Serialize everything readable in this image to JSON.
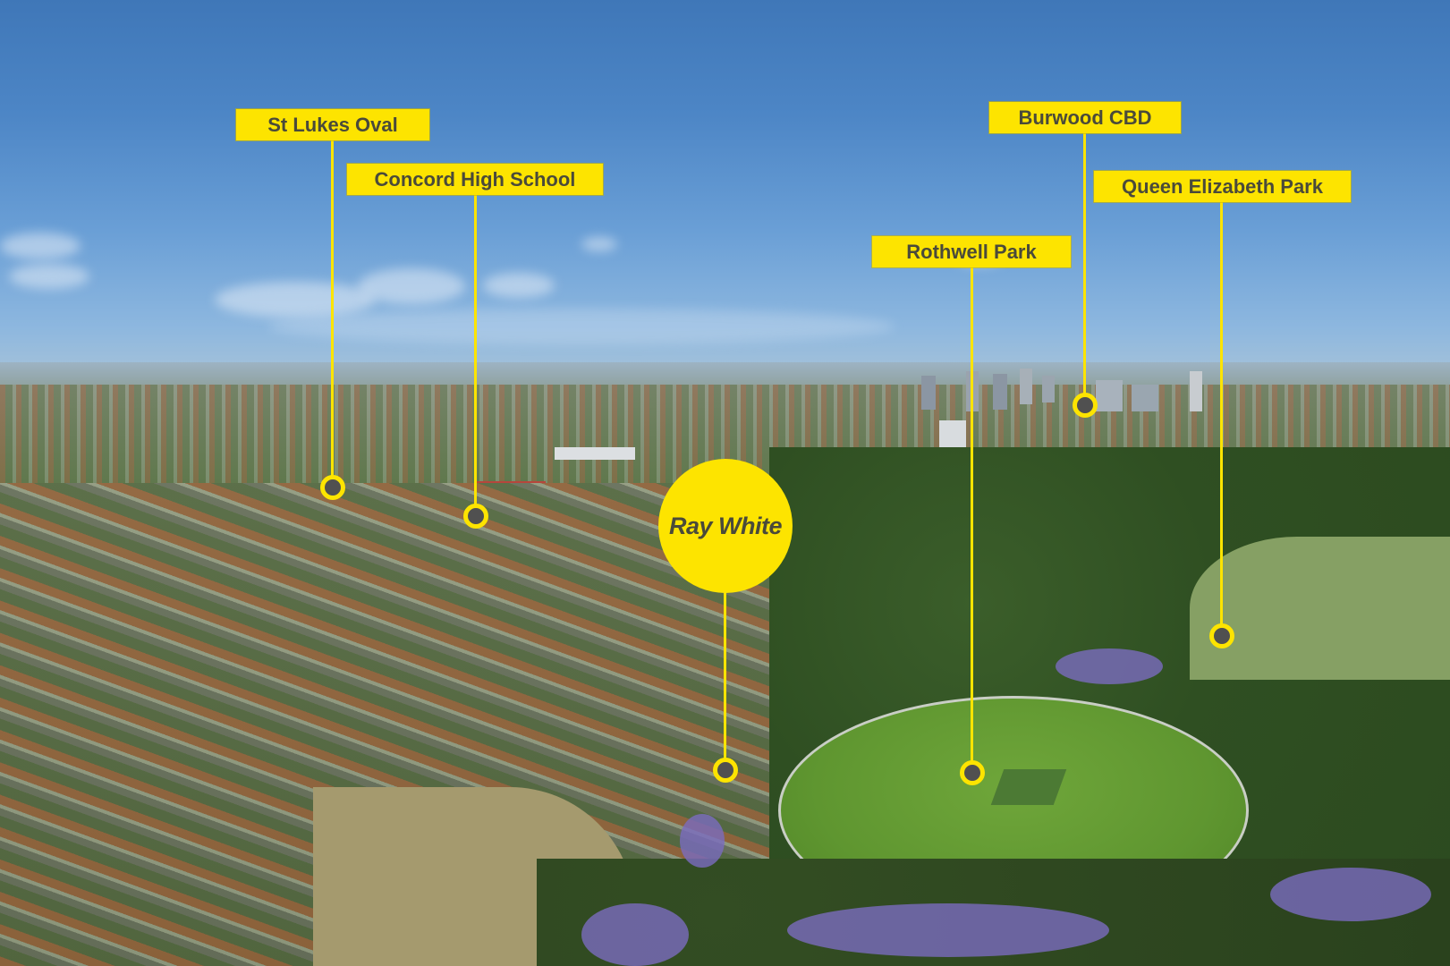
{
  "brand": {
    "name": "Ray White",
    "color": "#fde400",
    "text_color": "#4a4a3a"
  },
  "photo": {
    "description": "Aerial photo of suburban neighbourhood with sports oval, parkland and distant CBD skyline under blue sky"
  },
  "markers": [
    {
      "id": "st-lukes-oval",
      "label": "St Lukes Oval"
    },
    {
      "id": "concord-high-school",
      "label": "Concord High School"
    },
    {
      "id": "burwood-cbd",
      "label": "Burwood CBD"
    },
    {
      "id": "queen-elizabeth-park",
      "label": "Queen Elizabeth Park"
    },
    {
      "id": "rothwell-park",
      "label": "Rothwell Park"
    }
  ],
  "colors": {
    "label_bg": "#fde400",
    "label_text": "#4a4a3a",
    "pin_center": "#505050"
  }
}
